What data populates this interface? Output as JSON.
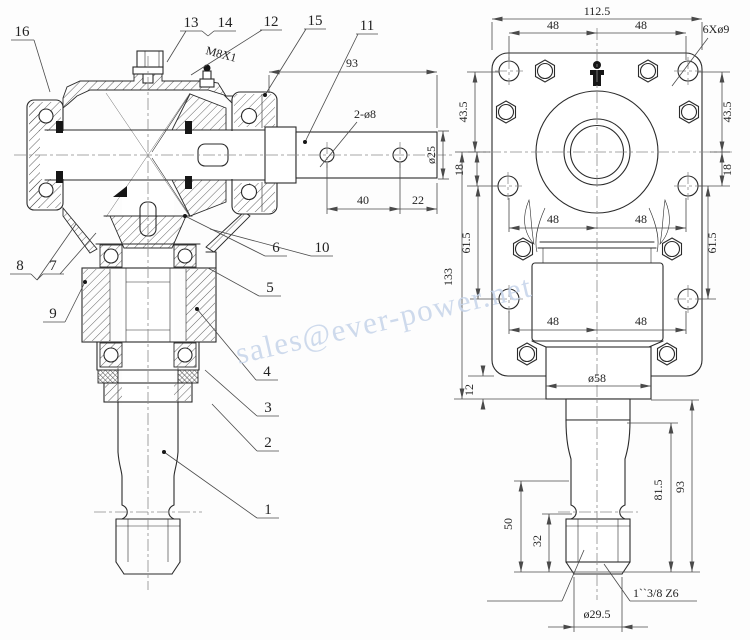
{
  "watermark": {
    "text": "sales@ever-power.net",
    "color": "#c6d4ea"
  },
  "left_view": {
    "callouts": {
      "c16": "16",
      "c13": "13",
      "c14": "14",
      "c12": "12",
      "c15": "15",
      "c11": "11",
      "c8": "8",
      "c7": "7",
      "c9": "9",
      "c6": "6",
      "c10": "10",
      "c5": "5",
      "c4": "4",
      "c3": "3",
      "c2": "2",
      "c1": "1"
    },
    "thread_label": "M8X1",
    "dims": {
      "len93": "93",
      "holes": "2-ø8",
      "dia25": "ø25",
      "len40": "40",
      "len22": "22"
    }
  },
  "right_view": {
    "dims": {
      "width": "112.5",
      "top48a": "48",
      "top48b": "48",
      "bolt_holes": "6Xø9",
      "left43_5": "43.5",
      "right43_5": "43.5",
      "left18": "18",
      "right18": "18",
      "left61_5": "61.5",
      "right61_5": "61.5",
      "height133": "133",
      "mid48a": "48",
      "mid48b": "48",
      "low48a": "48",
      "low48b": "48",
      "dia58": "ø58",
      "d12": "12",
      "d50": "50",
      "d32": "32",
      "d81_5": "81.5",
      "d93": "93",
      "dia29_5": "ø29.5",
      "spline": "1``3/8 Z6"
    }
  }
}
